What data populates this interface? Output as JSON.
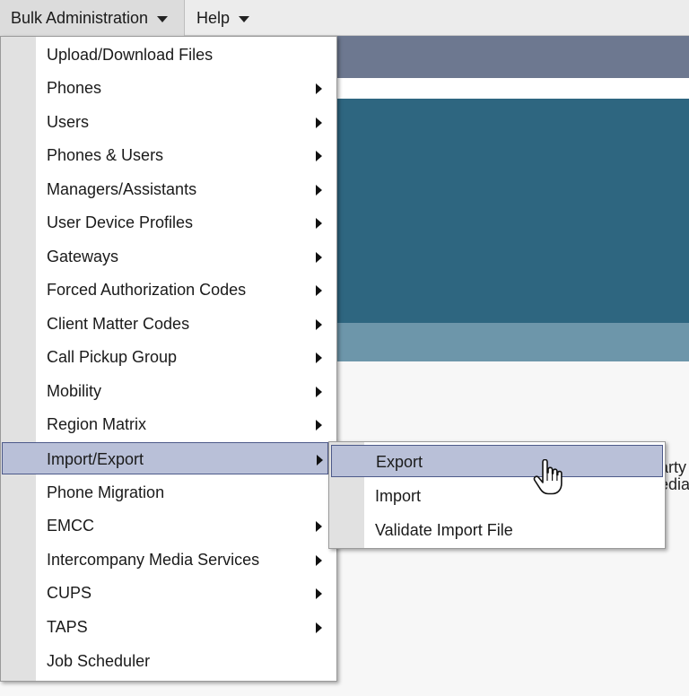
{
  "menubar": {
    "items": [
      {
        "label": "Bulk Administration"
      },
      {
        "label": "Help"
      }
    ]
  },
  "background": {
    "peek_text_1": "arty",
    "peek_text_2": "edia"
  },
  "dropdown": {
    "items": [
      {
        "label": "Upload/Download Files",
        "has_submenu": false
      },
      {
        "label": "Phones",
        "has_submenu": true
      },
      {
        "label": "Users",
        "has_submenu": true
      },
      {
        "label": "Phones & Users",
        "has_submenu": true
      },
      {
        "label": "Managers/Assistants",
        "has_submenu": true
      },
      {
        "label": "User Device Profiles",
        "has_submenu": true
      },
      {
        "label": "Gateways",
        "has_submenu": true
      },
      {
        "label": "Forced Authorization Codes",
        "has_submenu": true
      },
      {
        "label": "Client Matter Codes",
        "has_submenu": true
      },
      {
        "label": "Call Pickup Group",
        "has_submenu": true
      },
      {
        "label": "Mobility",
        "has_submenu": true
      },
      {
        "label": "Region Matrix",
        "has_submenu": true
      },
      {
        "label": "Import/Export",
        "has_submenu": true,
        "highlighted": true
      },
      {
        "label": "Phone Migration",
        "has_submenu": false
      },
      {
        "label": "EMCC",
        "has_submenu": true
      },
      {
        "label": "Intercompany Media Services",
        "has_submenu": true
      },
      {
        "label": "CUPS",
        "has_submenu": true
      },
      {
        "label": "TAPS",
        "has_submenu": true
      },
      {
        "label": "Job Scheduler",
        "has_submenu": false
      }
    ]
  },
  "submenu": {
    "items": [
      {
        "label": "Export",
        "highlighted": true
      },
      {
        "label": "Import"
      },
      {
        "label": "Validate Import File"
      }
    ]
  },
  "colors": {
    "hero": "#2e6680",
    "highlight": "#b9c0d8",
    "highlight_border": "#4d5a8a"
  },
  "icons": {
    "cursor": "hand-pointer-icon",
    "submenu_arrow": "chevron-right-icon",
    "menu_caret": "caret-down-icon"
  }
}
